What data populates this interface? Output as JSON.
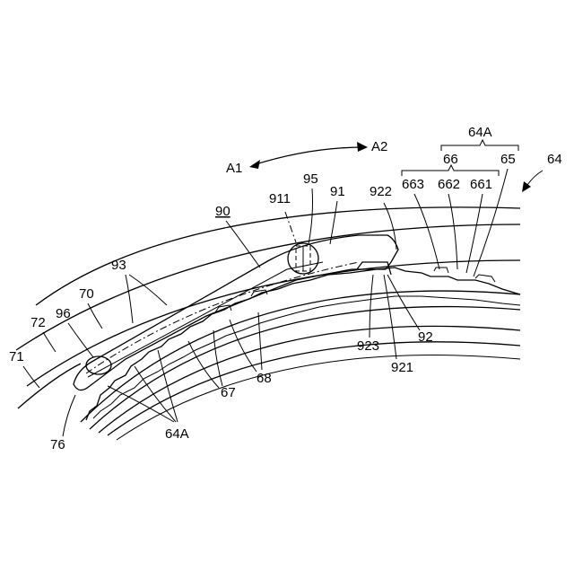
{
  "direction": {
    "left": "A1",
    "right": "A2"
  },
  "labels": {
    "l64A_top": "64A",
    "l66": "66",
    "l65": "65",
    "l64": "64",
    "l663": "663",
    "l662": "662",
    "l661": "661",
    "l922": "922",
    "l95": "95",
    "l91": "91",
    "l911": "911",
    "l90": "90",
    "l93": "93",
    "l70": "70",
    "l72": "72",
    "l96": "96",
    "l71": "71",
    "l76": "76",
    "l64A_bottom": "64A",
    "l67": "67",
    "l68": "68",
    "l923": "923",
    "l92": "92",
    "l921": "921"
  }
}
